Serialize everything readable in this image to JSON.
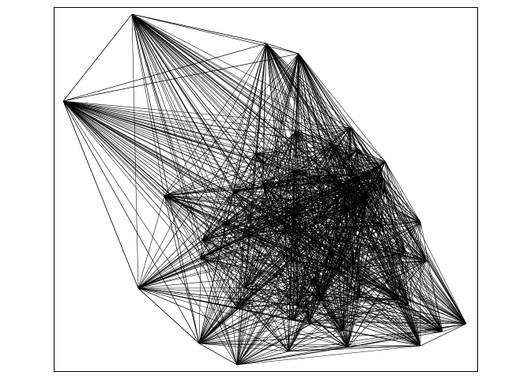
{
  "graph": {
    "type": "network",
    "node_count": 60,
    "edge_color": "#000000",
    "background": "#ffffff",
    "border_color": "#000000",
    "node_markers": "none",
    "labels": "none"
  }
}
